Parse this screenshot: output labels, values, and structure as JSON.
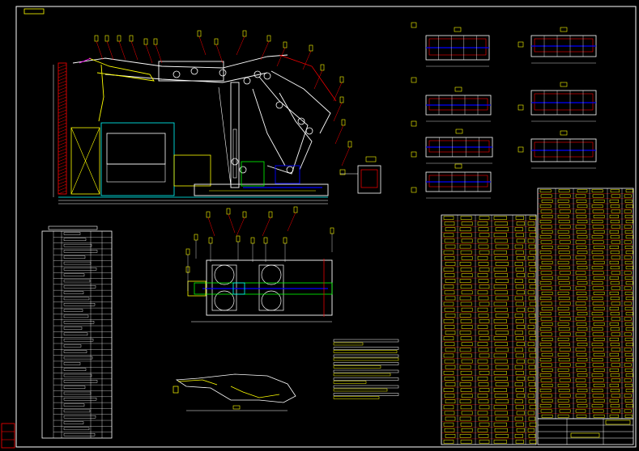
{
  "app": {
    "kind": "cad-viewer",
    "background": "#000000",
    "drawing_name": "",
    "layer_colors": {
      "outline": "#ffffff",
      "primary": "#ff0000",
      "secondary": "#ffff00",
      "accent": "#00ffff",
      "detail": "#0000ff",
      "highlight": "#ff00ff",
      "green": "#00ff00"
    }
  },
  "sheet": {
    "title_block": {
      "drawing_no": "",
      "scale": "",
      "sheet": ""
    },
    "notes_lines": 8
  },
  "views": [
    {
      "id": "main-elevation",
      "label": ""
    },
    {
      "id": "plan-view",
      "label": ""
    },
    {
      "id": "small-side-view",
      "label": ""
    },
    {
      "id": "section-details",
      "label": ""
    },
    {
      "id": "detail-view",
      "label": ""
    }
  ],
  "tables": {
    "parts_list_left": {
      "rows": 35,
      "cols": 5
    },
    "parts_list_right_a": {
      "rows": 40,
      "cols": 6
    },
    "parts_list_right_b": {
      "rows": 45,
      "cols": 6
    }
  }
}
